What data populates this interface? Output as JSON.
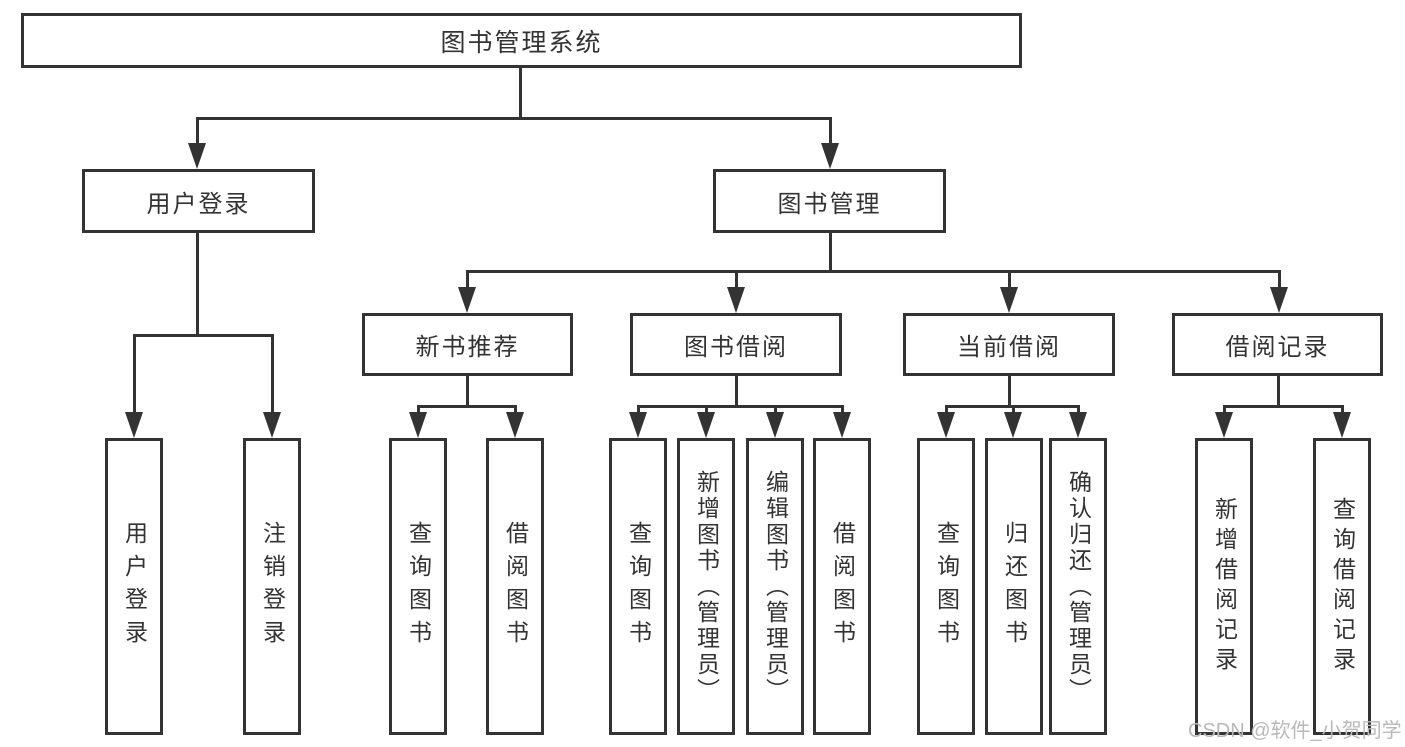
{
  "diagram": {
    "root": {
      "label": "图书管理系统"
    },
    "level2": [
      {
        "label": "用户登录"
      },
      {
        "label": "图书管理"
      }
    ],
    "level3": [
      {
        "label": "新书推荐"
      },
      {
        "label": "图书借阅"
      },
      {
        "label": "当前借阅"
      },
      {
        "label": "借阅记录"
      }
    ],
    "leaves": [
      {
        "label": "用户登录"
      },
      {
        "label": "注销登录"
      },
      {
        "label": "查询图书"
      },
      {
        "label": "借阅图书"
      },
      {
        "label": "查询图书"
      },
      {
        "label": "新增图书（管理员）"
      },
      {
        "label": "编辑图书（管理员）"
      },
      {
        "label": "借阅图书"
      },
      {
        "label": "查询图书"
      },
      {
        "label": "归还图书"
      },
      {
        "label": "确认归还（管理员）"
      },
      {
        "label": "新增借阅记录"
      },
      {
        "label": "查询借阅记录"
      }
    ]
  },
  "watermark": {
    "text": "CSDN @软件_小贺同学"
  },
  "colors": {
    "line": "#333333",
    "text": "#333333",
    "watermark": "#b9b9b9",
    "background": "#ffffff"
  }
}
